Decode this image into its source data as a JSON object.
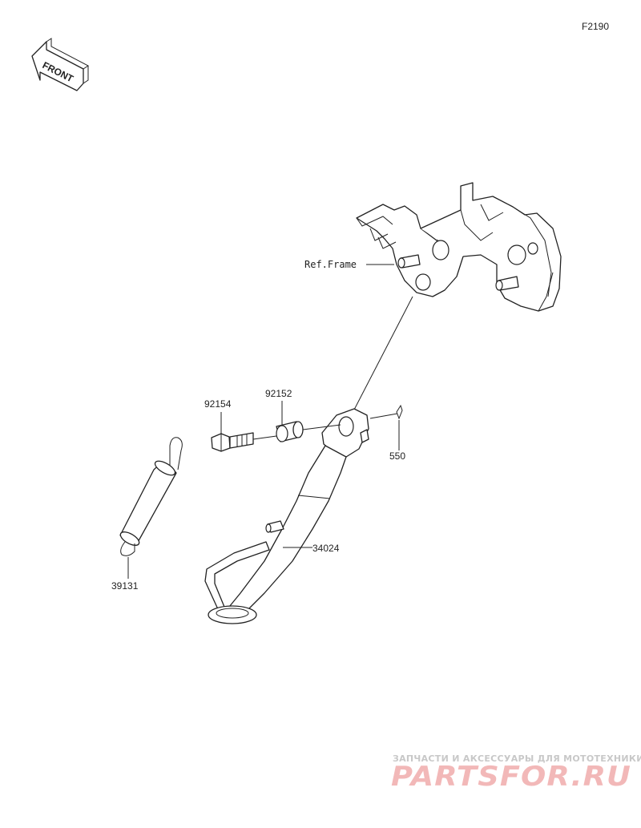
{
  "diagram_code": "F2190",
  "front_label": "FRONT",
  "ref_frame_label": "Ref.Frame",
  "parts": {
    "bolt": "92154",
    "collar": "92152",
    "pin": "550",
    "spring": "39131",
    "side_stand": "34024"
  },
  "watermark": {
    "tagline": "ЗАПЧАСТИ И АКСЕССУАРЫ ДЛЯ МОТОТЕХНИКИ",
    "logo": "PARTSFOR.RU"
  }
}
